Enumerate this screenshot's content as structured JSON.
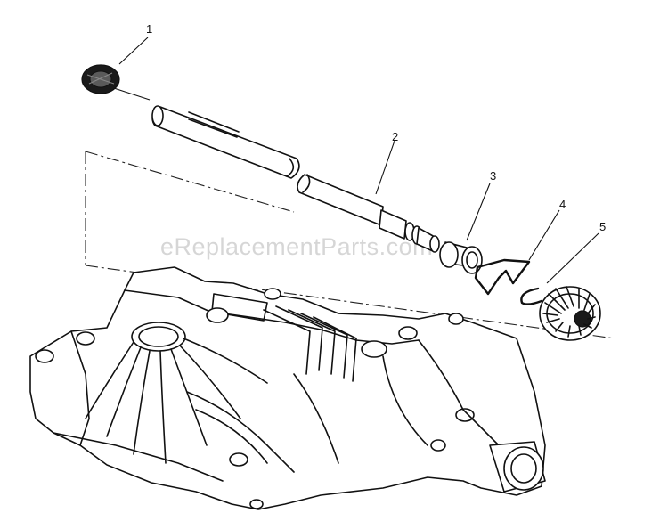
{
  "watermark": "eReplacementParts.com",
  "callouts": [
    {
      "number": "1",
      "part": "seal"
    },
    {
      "number": "2",
      "part": "shaft"
    },
    {
      "number": "3",
      "part": "bushing"
    },
    {
      "number": "4",
      "part": "clip"
    },
    {
      "number": "5",
      "part": "retaining-ring-and-gear"
    }
  ]
}
